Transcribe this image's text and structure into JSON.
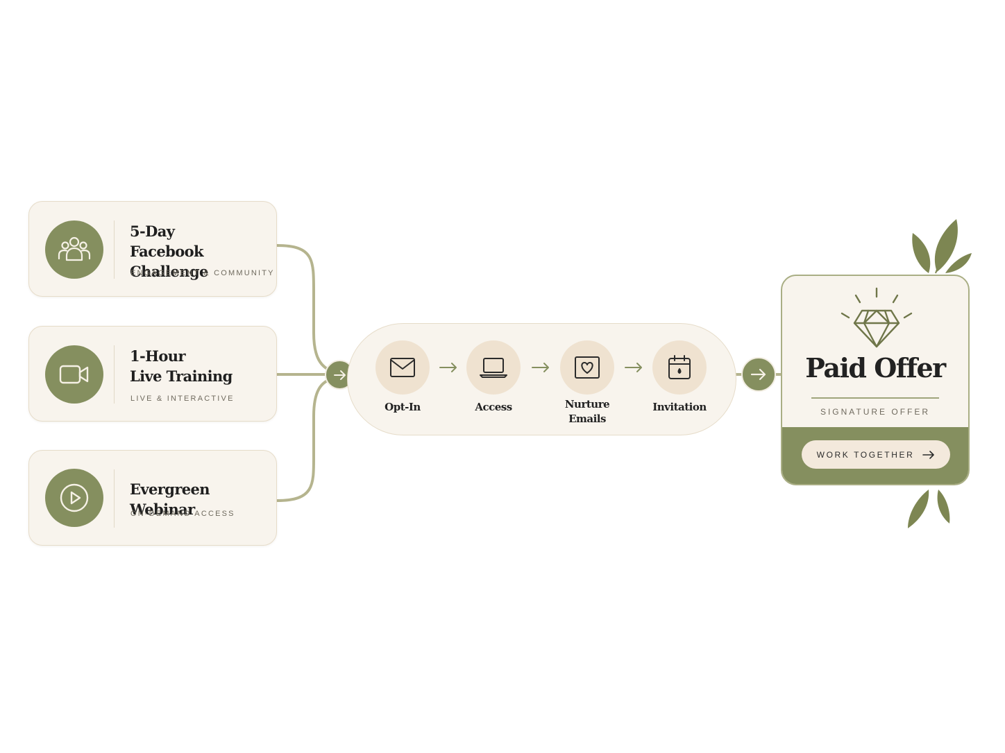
{
  "colors": {
    "accent": "#858f5f",
    "card_background": "#f8f4ed",
    "step_circle": "#efe2d0",
    "connector": "#b5b48e",
    "text_dark": "#1f1f1f"
  },
  "sources": [
    {
      "title": "5-Day\nFacebook Challenge",
      "subtitle": "ENGAGEMENT & COMMUNITY",
      "icon": "community-icon"
    },
    {
      "title": "1-Hour\nLive Training",
      "subtitle": "LIVE & INTERACTIVE",
      "icon": "video-camera-icon"
    },
    {
      "title": "Evergreen Webinar",
      "subtitle": "ON-DEMAND ACCESS",
      "icon": "play-icon"
    }
  ],
  "pipeline": {
    "steps": [
      {
        "label": "Opt-In",
        "icon": "envelope-icon"
      },
      {
        "label": "Access",
        "icon": "laptop-icon"
      },
      {
        "label": "Nurture\nEmails",
        "icon": "heart-envelope-icon"
      },
      {
        "label": "Invitation",
        "icon": "calendar-icon"
      }
    ]
  },
  "offer": {
    "title": "Paid Offer",
    "subtitle": "SIGNATURE OFFER",
    "cta_label": "WORK TOGETHER",
    "icon": "diamond-icon"
  }
}
